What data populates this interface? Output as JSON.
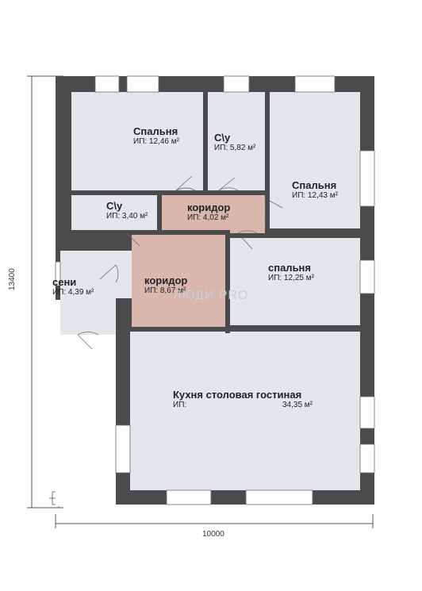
{
  "plan": {
    "dimensions": {
      "width_label": "10000",
      "height_label": "13400"
    },
    "watermark": "ЛЮДИ PRO",
    "colors": {
      "room_fill": "#e3e6ea",
      "corridor_fill": "#d9b7ae",
      "wall": "#4b4b4b",
      "dimension_line": "#555555"
    },
    "rooms": [
      {
        "name": "Спальня",
        "area": "ИП: 12,46 м²"
      },
      {
        "name": "С\\у",
        "area": "ИП: 5,82 м²"
      },
      {
        "name": "Спальня",
        "area": "ИП: 12,43 м²"
      },
      {
        "name": "С\\у",
        "area": "ИП: 3,40 м²"
      },
      {
        "name": "коридор",
        "area": "ИП: 4,02 м²"
      },
      {
        "name": "сени",
        "area": "ИП: 4,39 м²"
      },
      {
        "name": "коридор",
        "area": "ИП: 8,67 м²"
      },
      {
        "name": "спальня",
        "area": "ИП: 12,25 м²"
      },
      {
        "name": "Кухня столовая  гостиная",
        "area_prefix": "ИП:",
        "area": "34,35 м²"
      }
    ]
  }
}
